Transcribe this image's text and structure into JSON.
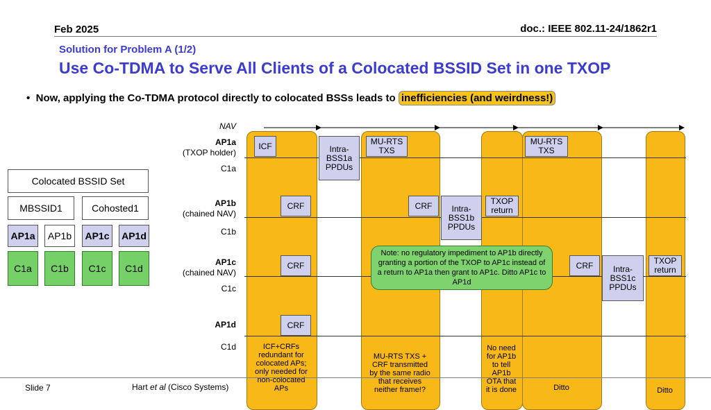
{
  "header": {
    "date": "Feb 2025",
    "doc": "doc.: IEEE 802.11-24/1862r1"
  },
  "subtitle": "Solution for Problem A (1/2)",
  "title": "Use Co-TDMA to Serve All Clients of a Colocated BSSID Set in one TXOP",
  "bullet": {
    "marker": "•",
    "text": "Now, applying the Co-TDMA protocol directly to colocated BSSs leads to",
    "highlight": "inefficiencies (and weirdness!)"
  },
  "rows": {
    "nav": "NAV",
    "ap1a": "AP1a",
    "ap1a_sub": "(TXOP holder)",
    "c1a": "C1a",
    "ap1b": "AP1b",
    "ap1b_sub": "(chained NAV)",
    "c1b": "C1b",
    "ap1c": "AP1c",
    "ap1c_sub": "(chained NAV)",
    "c1c": "C1c",
    "ap1d": "AP1d",
    "c1d": "C1d"
  },
  "left_panel": {
    "set_label": "Colocated BSSID Set",
    "mbssid": "MBSSID1",
    "cohosted": "Cohosted1",
    "aps": [
      "AP1a",
      "AP1b",
      "AP1c",
      "AP1d"
    ],
    "clients": [
      "C1a",
      "C1b",
      "C1c",
      "C1d"
    ]
  },
  "boxes": {
    "icf": "ICF",
    "intra_a": "Intra-\nBSS1a\nPPDUs",
    "murts1": "MU-RTS\nTXS",
    "crf_b1": "CRF",
    "crf_b2": "CRF",
    "intra_b": "Intra-\nBSS1b\nPPDUs",
    "txop_ret1": "TXOP\nreturn",
    "murts2": "MU-RTS\nTXS",
    "crf_c1": "CRF",
    "crf_c2": "CRF",
    "intra_c": "Intra-\nBSS1c\nPPDUs",
    "txop_ret2": "TXOP\nreturn",
    "crf_d": "CRF"
  },
  "note": "Note: no regulatory impediment to AP1b directly granting a portion of the TXOP to AP1c instead of a return to AP1a then grant to AP1c. Ditto AP1c to AP1d",
  "col_notes": {
    "c1": "ICF+CRFs\nredundant for\ncolocated APs;\nonly needed for\nnon-colocated\nAPs",
    "c2": "MU-RTS TXS +\nCRF transmitted\nby the same radio\nthat receives\nneither frame!?",
    "c3": "No need\nfor AP1b\nto tell\nAP1b\nOTA that\nit is done",
    "c4": "Ditto",
    "c5": "Ditto"
  },
  "footer": {
    "slide": "Slide 7",
    "author": "Hart",
    "etal": "et al",
    "org": " (Cisco Systems)"
  }
}
